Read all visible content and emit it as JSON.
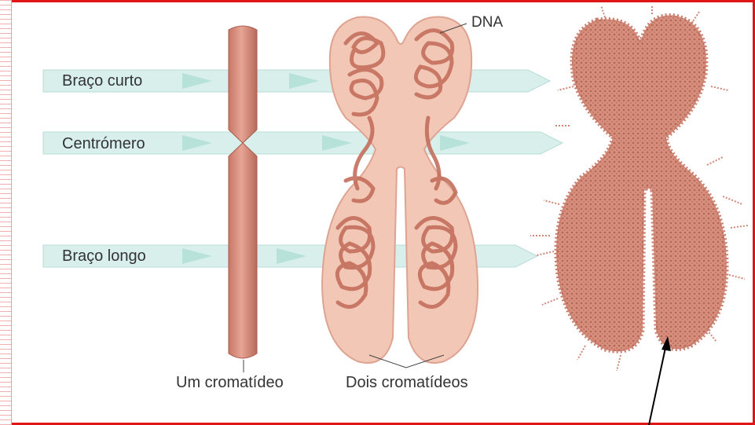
{
  "labels": {
    "short_arm": "Braço curto",
    "centromere": "Centrómero",
    "long_arm": "Braço longo",
    "dna": "DNA",
    "one_chromatid": "Um cromatídeo",
    "two_chromatids": "Dois cromatídeos"
  },
  "colors": {
    "border": "#e01515",
    "arrow_band": "#d6eeea",
    "chromosome": "#d98979",
    "chromatid_fill": "#f2c8b8",
    "dna_strand": "#c6705e"
  }
}
